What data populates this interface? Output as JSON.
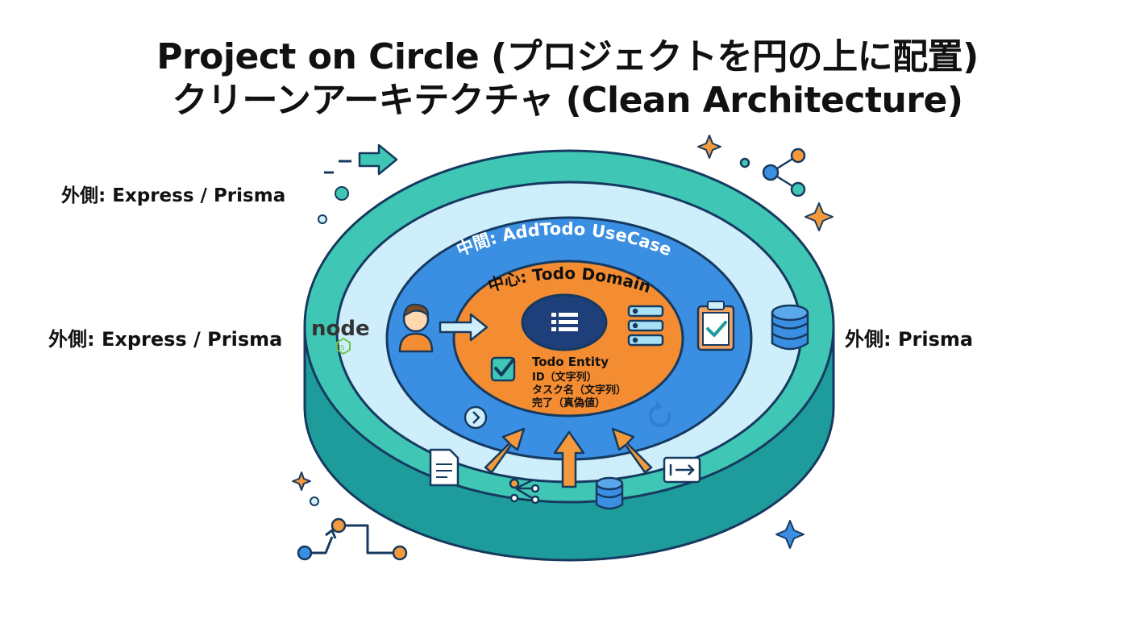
{
  "title": {
    "line1": "Project on Circle (プロジェクトを円の上に配置)",
    "line2": "クリーンアーキテクチャ (Clean Architecture)"
  },
  "labels": {
    "outer_top_left": "外側: Express / Prisma",
    "outer_mid_left": "外側: Express / Prisma",
    "outer_right": "外側: Prisma"
  },
  "rings": {
    "middle": "中間: AddTodo UseCase",
    "center": "中心: Todo Domain"
  },
  "entity": {
    "title": "Todo Entity",
    "fields": [
      "ID（文字列）",
      "タスク名（文字列）",
      "完了（真偽値）"
    ]
  },
  "logo": {
    "text": "node",
    "sub": "JS"
  },
  "colors": {
    "outer_ring": "#3fc6b4",
    "outer_ring_side": "#1e9b9b",
    "light_ring": "#cfeefc",
    "middle_ring": "#3b8fe2",
    "center": "#f48c32",
    "core": "#1f3f7a",
    "accent_orange": "#f59a3c",
    "outline": "#163a5f"
  },
  "icons": [
    "arrow-right-icon",
    "node-logo-icon",
    "user-avatar-icon",
    "list-icon",
    "server-stack-icon",
    "clipboard-check-icon",
    "database-icon",
    "checkbox-icon",
    "document-icon",
    "flow-icon",
    "database-small-icon",
    "export-icon",
    "refresh-icon",
    "chevron-circle-icon",
    "share-icon",
    "sparkle-icon"
  ]
}
